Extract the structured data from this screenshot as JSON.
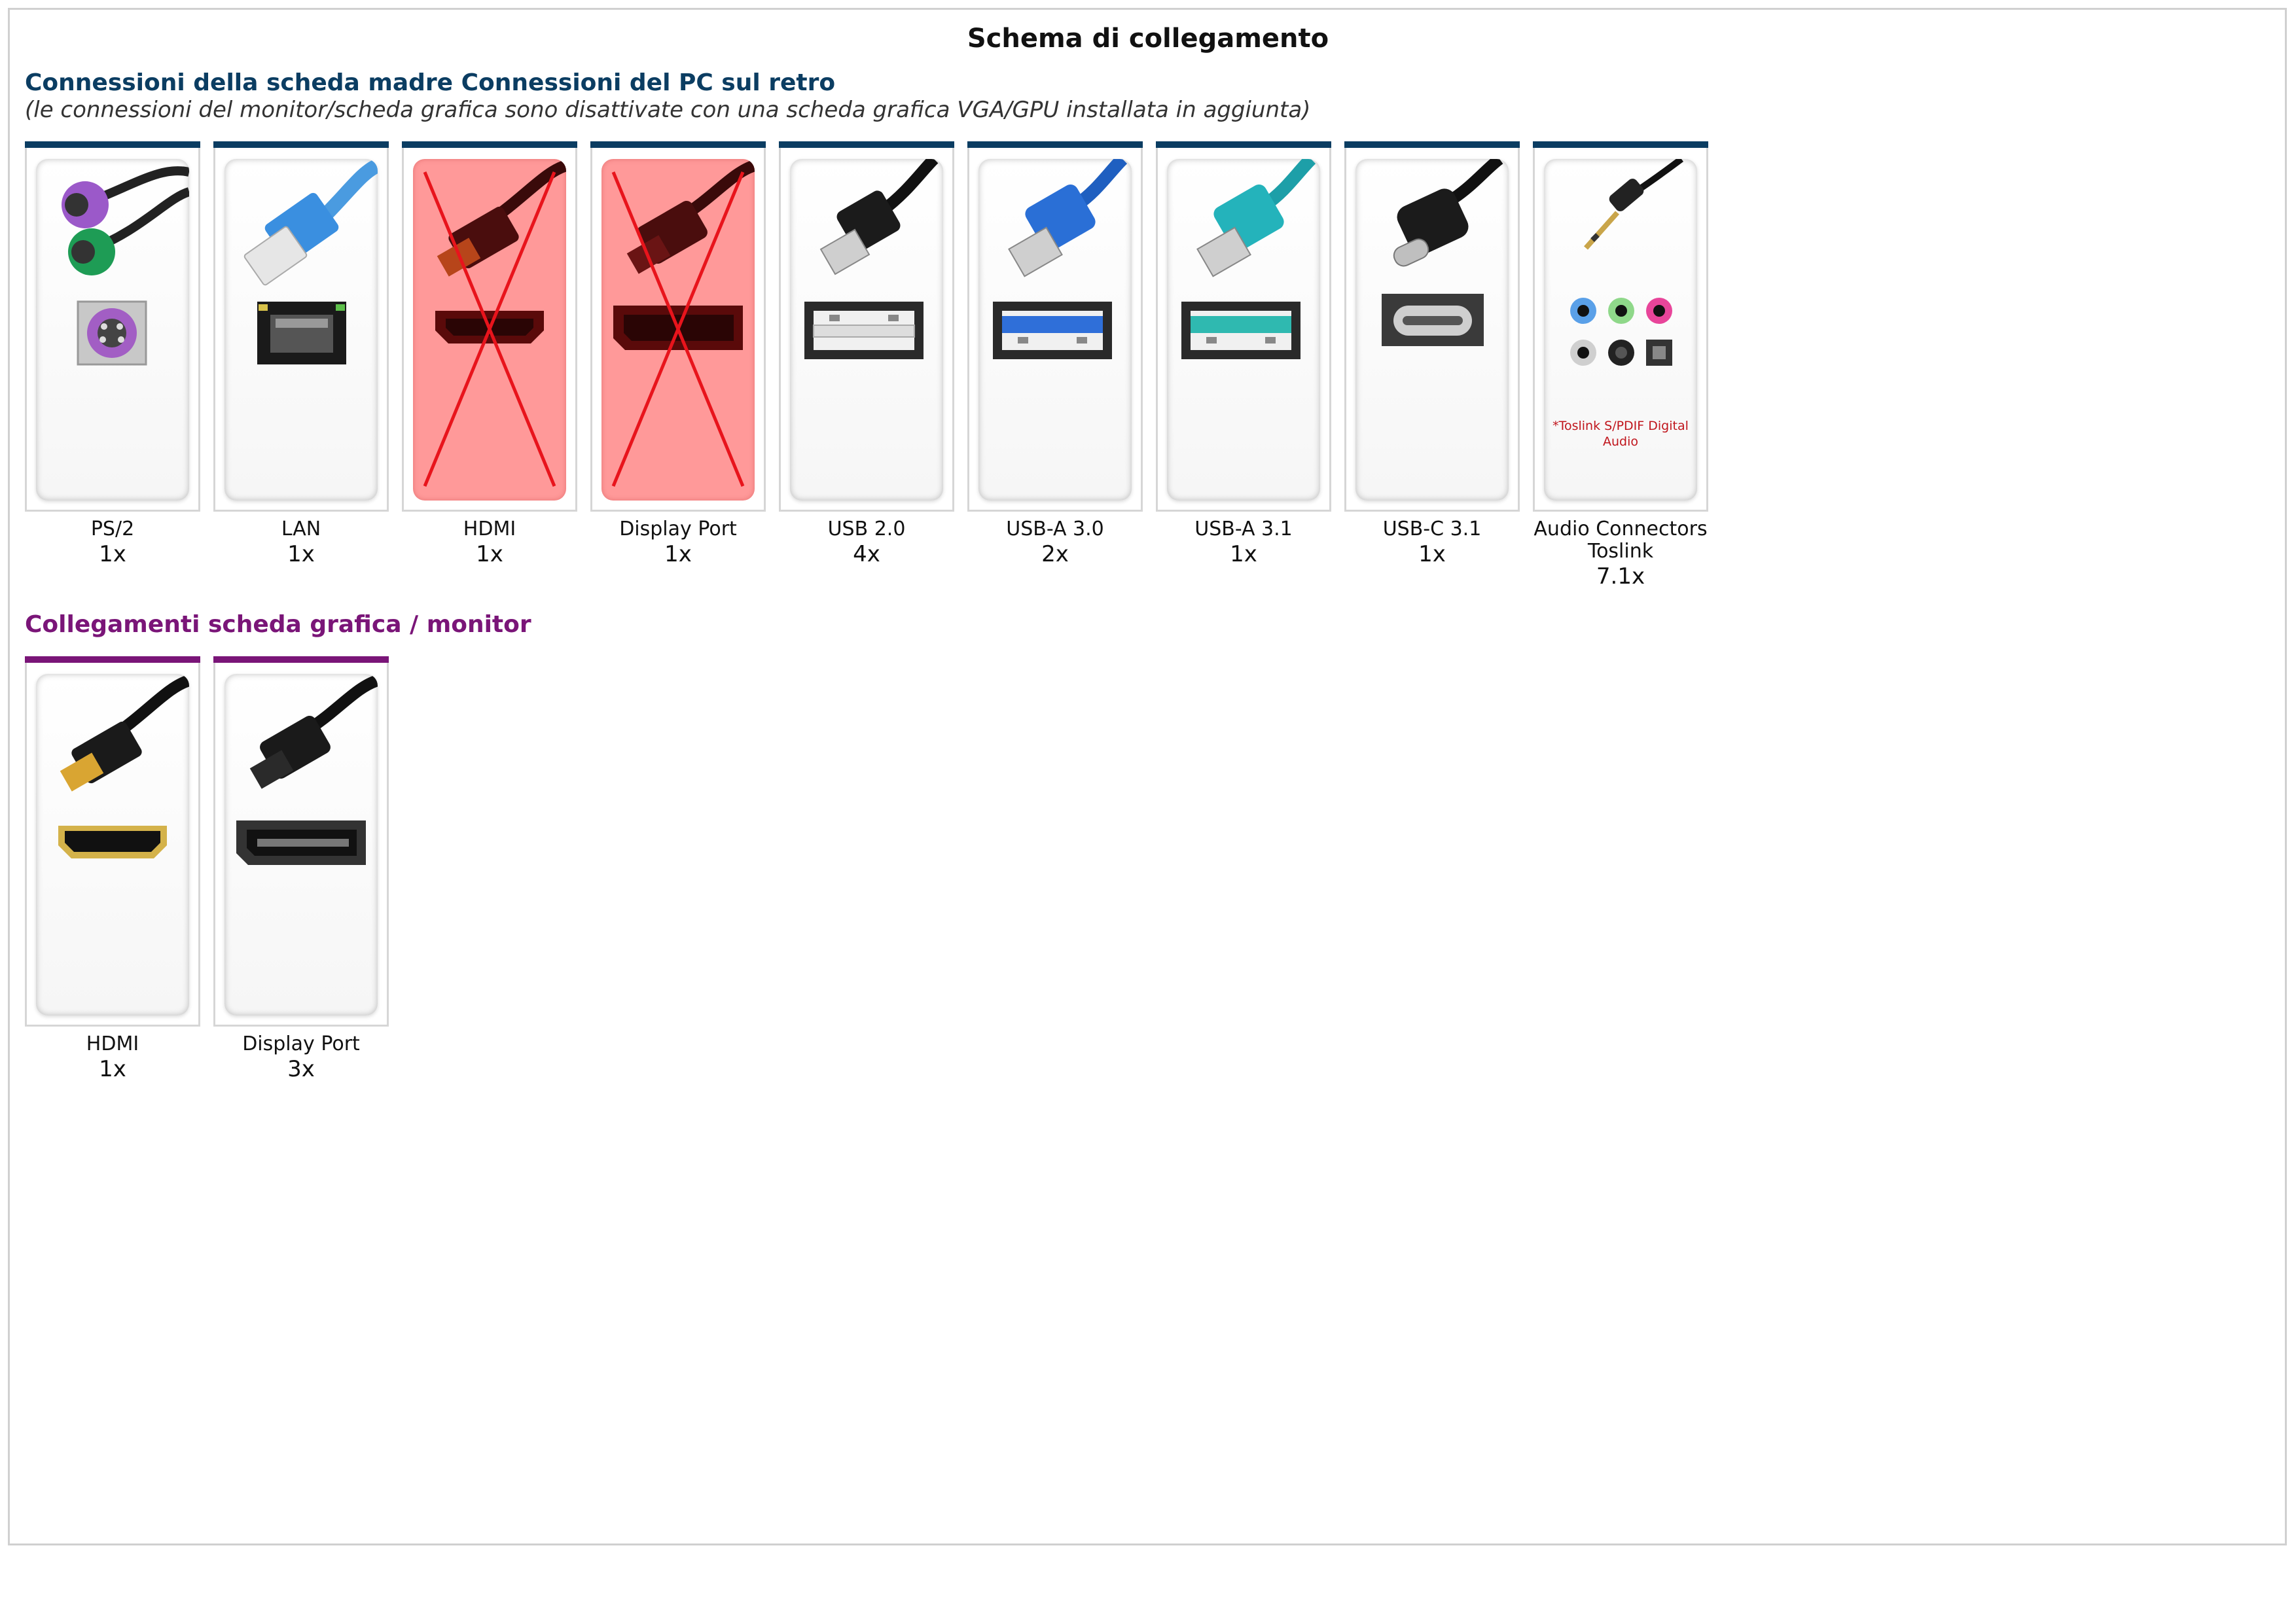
{
  "page": {
    "title": "Schema di collegamento",
    "motherboard_heading": "Connessioni della scheda madre Connessioni del PC sul retro",
    "motherboard_note": "(le connessioni del monitor/scheda grafica sono disattivate con una scheda grafica VGA/GPU installata in aggiunta)",
    "gpu_heading": "Collegamenti scheda grafica / monitor"
  },
  "colors": {
    "motherboard_accent": "#0b3d62",
    "gpu_accent": "#7a1578",
    "disabled_overlay": "#ff9999",
    "cross": "#e8141c"
  },
  "motherboard_ports": [
    {
      "label": "PS/2",
      "count": "1x",
      "icon": "ps2-connector-icon",
      "disabled": false
    },
    {
      "label": "LAN",
      "count": "1x",
      "icon": "lan-connector-icon",
      "disabled": false
    },
    {
      "label": "HDMI",
      "count": "1x",
      "icon": "hdmi-connector-icon",
      "disabled": true
    },
    {
      "label": "Display Port",
      "count": "1x",
      "icon": "displayport-connector-icon",
      "disabled": true
    },
    {
      "label": "USB 2.0",
      "count": "4x",
      "icon": "usb2-connector-icon",
      "disabled": false
    },
    {
      "label": "USB-A 3.0",
      "count": "2x",
      "icon": "usb-a30-connector-icon",
      "disabled": false
    },
    {
      "label": "USB-A 3.1",
      "count": "1x",
      "icon": "usb-a31-connector-icon",
      "disabled": false
    },
    {
      "label": "USB-C 3.1",
      "count": "1x",
      "icon": "usb-c-connector-icon",
      "disabled": false
    },
    {
      "label": "Audio Connectors\nToslink",
      "count": "7.1x",
      "icon": "audio-connectors-icon",
      "disabled": false,
      "note": "*Toslink S/PDIF Digital Audio"
    }
  ],
  "gpu_ports": [
    {
      "label": "HDMI",
      "count": "1x",
      "icon": "hdmi-connector-icon"
    },
    {
      "label": "Display Port",
      "count": "3x",
      "icon": "displayport-connector-icon"
    }
  ]
}
